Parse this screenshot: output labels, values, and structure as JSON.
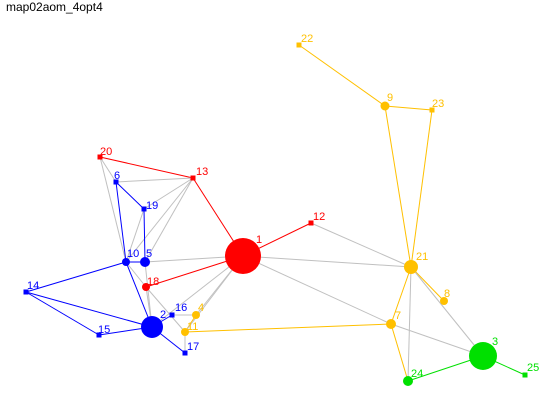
{
  "title": "map02aom_4opt4",
  "colors": {
    "red": "#ff0000",
    "blue": "#0000ff",
    "yellow": "#ffc000",
    "green": "#00e000",
    "gray": "#c0c0c0"
  },
  "nodes": [
    {
      "id": "1",
      "color": "red"
    },
    {
      "id": "2",
      "color": "blue"
    },
    {
      "id": "3",
      "color": "green"
    },
    {
      "id": "4",
      "color": "yellow"
    },
    {
      "id": "5",
      "color": "blue"
    },
    {
      "id": "6",
      "color": "blue"
    },
    {
      "id": "7",
      "color": "yellow"
    },
    {
      "id": "8",
      "color": "yellow"
    },
    {
      "id": "9",
      "color": "yellow"
    },
    {
      "id": "10",
      "color": "blue"
    },
    {
      "id": "11",
      "color": "yellow"
    },
    {
      "id": "12",
      "color": "red"
    },
    {
      "id": "13",
      "color": "red"
    },
    {
      "id": "14",
      "color": "blue"
    },
    {
      "id": "15",
      "color": "blue"
    },
    {
      "id": "16",
      "color": "blue"
    },
    {
      "id": "17",
      "color": "blue"
    },
    {
      "id": "18",
      "color": "red"
    },
    {
      "id": "19",
      "color": "blue"
    },
    {
      "id": "20",
      "color": "red"
    },
    {
      "id": "21",
      "color": "yellow"
    },
    {
      "id": "22",
      "color": "yellow"
    },
    {
      "id": "23",
      "color": "yellow"
    },
    {
      "id": "24",
      "color": "green"
    },
    {
      "id": "25",
      "color": "green"
    }
  ],
  "edges": [
    {
      "from": "20",
      "to": "6",
      "color": "gray"
    },
    {
      "from": "20",
      "to": "13",
      "color": "red"
    },
    {
      "from": "6",
      "to": "13",
      "color": "gray"
    },
    {
      "from": "13",
      "to": "19",
      "color": "gray"
    },
    {
      "from": "13",
      "to": "10",
      "color": "gray"
    },
    {
      "from": "13",
      "to": "5",
      "color": "gray"
    },
    {
      "from": "13",
      "to": "1",
      "color": "red"
    },
    {
      "from": "20",
      "to": "10",
      "color": "gray"
    },
    {
      "from": "6",
      "to": "19",
      "color": "blue"
    },
    {
      "from": "6",
      "to": "10",
      "color": "blue"
    },
    {
      "from": "19",
      "to": "5",
      "color": "blue"
    },
    {
      "from": "19",
      "to": "10",
      "color": "gray"
    },
    {
      "from": "10",
      "to": "5",
      "color": "blue"
    },
    {
      "from": "10",
      "to": "14",
      "color": "blue"
    },
    {
      "from": "10",
      "to": "2",
      "color": "blue"
    },
    {
      "from": "5",
      "to": "1",
      "color": "gray"
    },
    {
      "from": "5",
      "to": "2",
      "color": "gray"
    },
    {
      "from": "14",
      "to": "15",
      "color": "blue"
    },
    {
      "from": "14",
      "to": "2",
      "color": "blue"
    },
    {
      "from": "15",
      "to": "2",
      "color": "blue"
    },
    {
      "from": "2",
      "to": "16",
      "color": "blue"
    },
    {
      "from": "2",
      "to": "17",
      "color": "blue"
    },
    {
      "from": "2",
      "to": "1",
      "color": "gray"
    },
    {
      "from": "18",
      "to": "1",
      "color": "red"
    },
    {
      "from": "18",
      "to": "10",
      "color": "gray"
    },
    {
      "from": "18",
      "to": "2",
      "color": "gray"
    },
    {
      "from": "18",
      "to": "11",
      "color": "gray"
    },
    {
      "from": "16",
      "to": "4",
      "color": "gray"
    },
    {
      "from": "4",
      "to": "11",
      "color": "yellow"
    },
    {
      "from": "4",
      "to": "1",
      "color": "gray"
    },
    {
      "from": "11",
      "to": "1",
      "color": "gray"
    },
    {
      "from": "11",
      "to": "17",
      "color": "gray"
    },
    {
      "from": "11",
      "to": "7",
      "color": "yellow"
    },
    {
      "from": "1",
      "to": "12",
      "color": "red"
    },
    {
      "from": "1",
      "to": "21",
      "color": "gray"
    },
    {
      "from": "1",
      "to": "7",
      "color": "gray"
    },
    {
      "from": "12",
      "to": "21",
      "color": "gray"
    },
    {
      "from": "21",
      "to": "9",
      "color": "yellow"
    },
    {
      "from": "21",
      "to": "23",
      "color": "yellow"
    },
    {
      "from": "21",
      "to": "8",
      "color": "yellow"
    },
    {
      "from": "21",
      "to": "7",
      "color": "yellow"
    },
    {
      "from": "21",
      "to": "3",
      "color": "gray"
    },
    {
      "from": "21",
      "to": "24",
      "color": "gray"
    },
    {
      "from": "9",
      "to": "22",
      "color": "yellow"
    },
    {
      "from": "9",
      "to": "23",
      "color": "yellow"
    },
    {
      "from": "7",
      "to": "3",
      "color": "gray"
    },
    {
      "from": "7",
      "to": "24",
      "color": "yellow"
    },
    {
      "from": "24",
      "to": "3",
      "color": "green"
    },
    {
      "from": "3",
      "to": "25",
      "color": "green"
    }
  ]
}
